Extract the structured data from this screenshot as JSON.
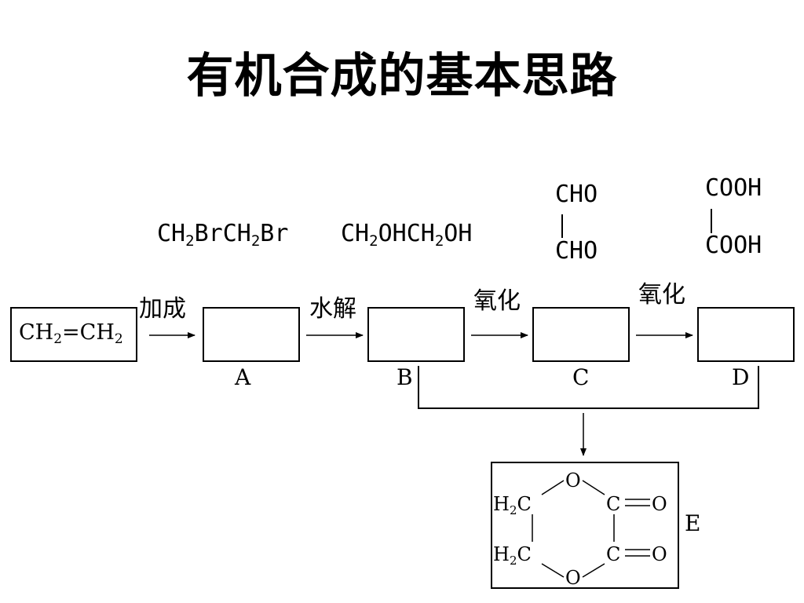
{
  "title": "有机合成的基本思路",
  "start_compound": {
    "main": "CH",
    "sub": "2",
    "eq": "=CH",
    "sub2": "2"
  },
  "steps": [
    {
      "label": "加成"
    },
    {
      "label": "水解"
    },
    {
      "label": "氧化"
    },
    {
      "label": "氧化"
    }
  ],
  "boxes": [
    {
      "letter": "A"
    },
    {
      "letter": "B"
    },
    {
      "letter": "C"
    },
    {
      "letter": "D"
    },
    {
      "letter": "E"
    }
  ],
  "formulas": {
    "a": {
      "p1": "CH",
      "s1": "2",
      "p2": "BrCH",
      "s2": "2",
      "p3": "Br"
    },
    "b": {
      "p1": "CH",
      "s1": "2",
      "p2": "OHCH",
      "s2": "2",
      "p3": "OH"
    },
    "c": {
      "top": "CHO",
      "bottom": "CHO"
    },
    "d": {
      "top": "COOH",
      "bottom": "COOH"
    }
  },
  "ring_e": {
    "h2c_top": "H",
    "h2c_top_sub": "2",
    "h2c_top_c": "C",
    "h2c_bottom": "H",
    "h2c_bottom_sub": "2",
    "h2c_bottom_c": "C",
    "o_top": "O",
    "o_bottom": "O",
    "c_top": "C",
    "c_bottom": "C",
    "o_dbl_top": "O",
    "o_dbl_bottom": "O"
  }
}
